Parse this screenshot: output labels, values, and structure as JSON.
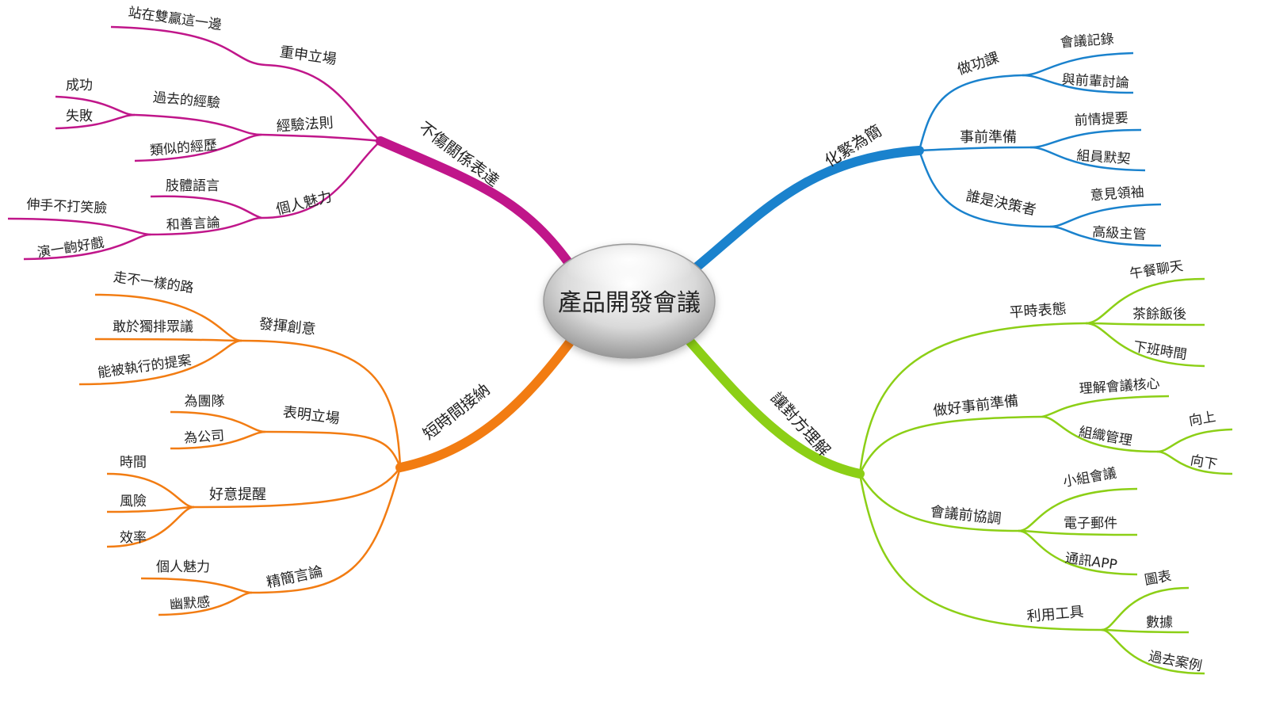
{
  "root": {
    "label": "產品開發會議"
  },
  "branches": [
    {
      "label": "不傷關係表達",
      "color": "#c0168a",
      "children": [
        {
          "label": "重申立場",
          "children": [
            "站在雙贏這一邊"
          ]
        },
        {
          "label": "經驗法則",
          "children": [
            {
              "label": "過去的經驗",
              "children": [
                "成功",
                "失敗"
              ]
            },
            {
              "label": "類似的經歷"
            }
          ]
        },
        {
          "label": "個人魅力",
          "children": [
            {
              "label": "肢體語言"
            },
            {
              "label": "和善言論",
              "children": [
                "伸手不打笑臉",
                "演一齣好戲"
              ]
            }
          ]
        }
      ]
    },
    {
      "label": "化繁為簡",
      "color": "#1a82cd",
      "children": [
        {
          "label": "做功課",
          "children": [
            "會議記錄",
            "與前輩討論"
          ]
        },
        {
          "label": "事前準備",
          "children": [
            "前情提要",
            "組員默契"
          ]
        },
        {
          "label": "誰是決策者",
          "children": [
            "意見領袖",
            "高級主管"
          ]
        }
      ]
    },
    {
      "label": "短時間接納",
      "color": "#f27c12",
      "children": [
        {
          "label": "發揮創意",
          "children": [
            "走不一樣的路",
            "敢於獨排眾議",
            "能被執行的提案"
          ]
        },
        {
          "label": "表明立場",
          "children": [
            "為團隊",
            "為公司"
          ]
        },
        {
          "label": "好意提醒",
          "children": [
            "時間",
            "風險",
            "效率"
          ]
        },
        {
          "label": "精簡言論",
          "children": [
            "個人魅力",
            "幽默感"
          ]
        }
      ]
    },
    {
      "label": "讓對方理解",
      "color": "#8ccf16",
      "children": [
        {
          "label": "平時表態",
          "children": [
            "午餐聊天",
            "茶餘飯後",
            "下班時間"
          ]
        },
        {
          "label": "做好事前準備",
          "children": [
            {
              "label": "理解會議核心"
            },
            {
              "label": "組織管理",
              "children": [
                "向上",
                "向下"
              ]
            }
          ]
        },
        {
          "label": "會議前協調",
          "children": [
            "小組會議",
            "電子郵件",
            "通訊APP"
          ]
        },
        {
          "label": "利用工具",
          "children": [
            "圖表",
            "數據",
            "過去案例"
          ]
        }
      ]
    }
  ]
}
